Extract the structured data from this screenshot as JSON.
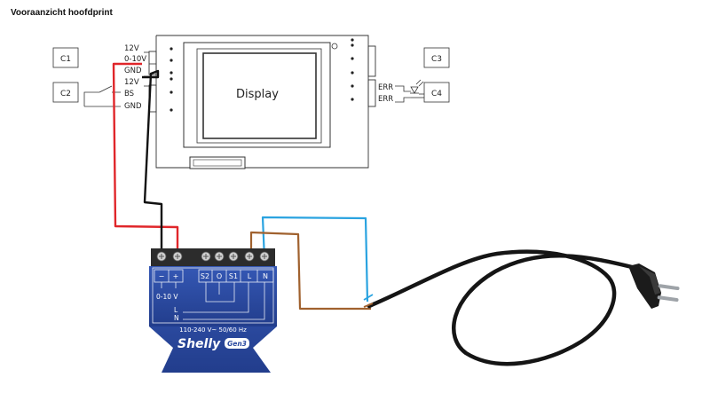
{
  "title": "Vooraanzicht hoofdprint",
  "connectors": {
    "c1": "C1",
    "c2": "C2",
    "c3": "C3",
    "c4": "C4"
  },
  "pin_labels": {
    "v12_top": "12V",
    "v010": "0-10V",
    "gnd_top": "GND",
    "v12_mid": "12V",
    "bs": "BS",
    "gnd_bottom": "GND",
    "err1": "ERR",
    "err2": "ERR"
  },
  "display_label": "Display",
  "shelly": {
    "terminals": [
      "−",
      "+",
      "S2",
      "O",
      "S1",
      "L",
      "N"
    ],
    "label_010v": "0-10 V",
    "label_l": "L",
    "label_n": "N",
    "rating": "110-240 V~ 50/60 Hz",
    "brand": "Shelly",
    "gen": "Gen3"
  },
  "colors": {
    "red_wire": "#e0262a",
    "black_wire": "#111111",
    "blue_wire": "#2aa3e0",
    "brown_wire": "#a0612e",
    "shelly_blue": "#2b4aa0"
  }
}
